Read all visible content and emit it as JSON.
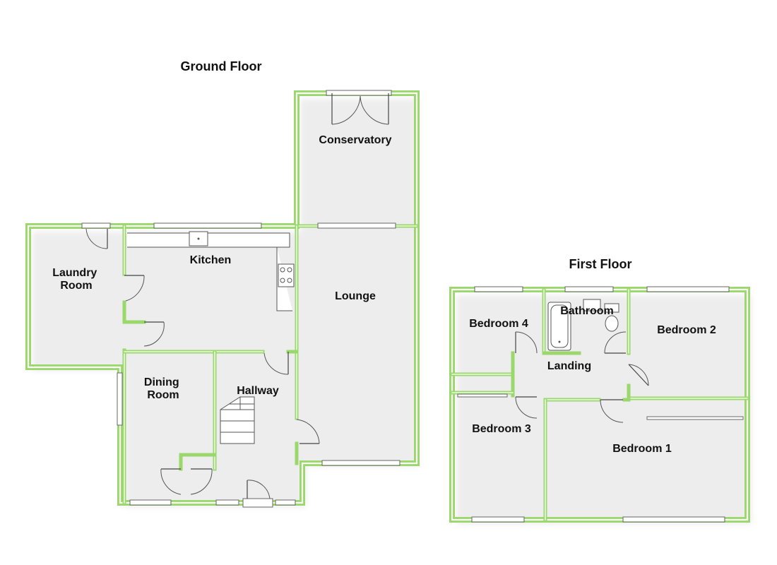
{
  "floors": [
    {
      "title": "Ground Floor",
      "rooms": [
        "Conservatory",
        "Laundry Room",
        "Kitchen",
        "Lounge",
        "Dining Room",
        "Hallway"
      ]
    },
    {
      "title": "First Floor",
      "rooms": [
        "Bedroom 4",
        "Bathroom",
        "Bedroom 2",
        "Landing",
        "Bedroom 3",
        "Bedroom 1"
      ]
    }
  ],
  "colors": {
    "wall": "#9ad86b",
    "background": "#ffffff",
    "text": "#111111"
  }
}
